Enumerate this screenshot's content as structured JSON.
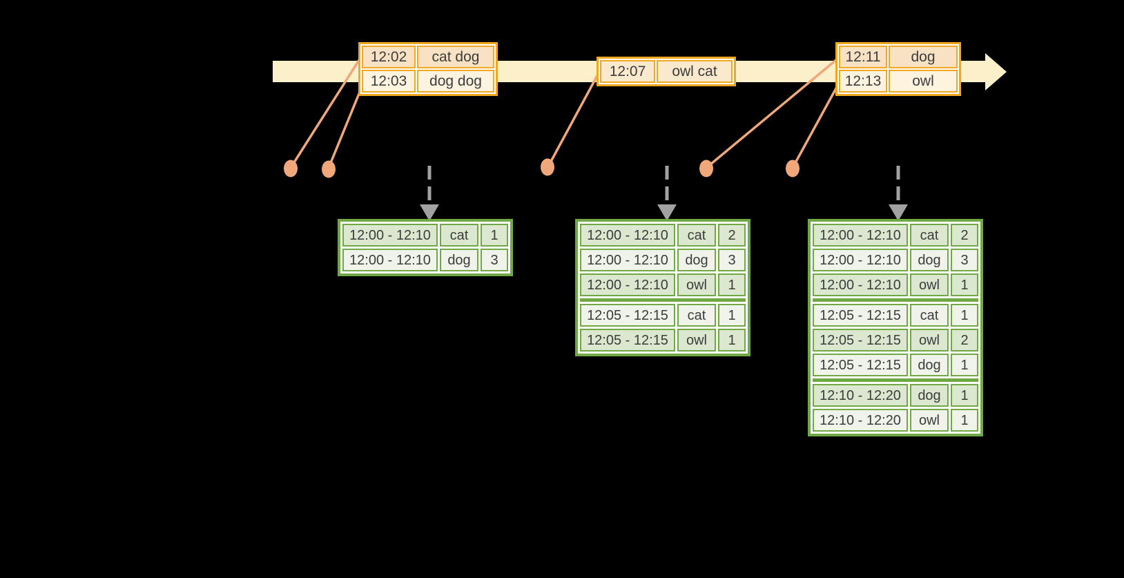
{
  "colors": {
    "background": "#000000",
    "gold": "#F0A81E",
    "band": "#FBF0C9",
    "salmon": "#F0A87A",
    "green": "#70A845",
    "sage": "#DCE7D0",
    "sagelight": "#EFF3EA",
    "peachdark": "#F8E2C3",
    "peachlight": "#FDF3DF",
    "peachmid": "#FBE9CD",
    "gray": "#A2A2A2",
    "ink": "#3C3C3C"
  },
  "event_tables": [
    {
      "rows": [
        {
          "time": "12:02",
          "words": "cat dog"
        },
        {
          "time": "12:03",
          "words": "dog dog"
        }
      ]
    },
    {
      "rows": [
        {
          "time": "12:07",
          "words": "owl cat"
        }
      ]
    },
    {
      "rows": [
        {
          "time": "12:11",
          "words": "dog"
        },
        {
          "time": "12:13",
          "words": "owl"
        }
      ]
    }
  ],
  "result_tables": [
    {
      "rows": [
        {
          "window": "12:00 - 12:10",
          "word": "cat",
          "count": "1"
        },
        {
          "window": "12:00 - 12:10",
          "word": "dog",
          "count": "3"
        }
      ]
    },
    {
      "rows": [
        {
          "window": "12:00 - 12:10",
          "word": "cat",
          "count": "2"
        },
        {
          "window": "12:00 - 12:10",
          "word": "dog",
          "count": "3"
        },
        {
          "window": "12:00 - 12:10",
          "word": "owl",
          "count": "1"
        },
        {
          "window": "12:05 - 12:15",
          "word": "cat",
          "count": "1"
        },
        {
          "window": "12:05 - 12:15",
          "word": "owl",
          "count": "1"
        }
      ]
    },
    {
      "rows": [
        {
          "window": "12:00 - 12:10",
          "word": "cat",
          "count": "2"
        },
        {
          "window": "12:00 - 12:10",
          "word": "dog",
          "count": "3"
        },
        {
          "window": "12:00 - 12:10",
          "word": "owl",
          "count": "1"
        },
        {
          "window": "12:05 - 12:15",
          "word": "cat",
          "count": "1"
        },
        {
          "window": "12:05 - 12:15",
          "word": "owl",
          "count": "2"
        },
        {
          "window": "12:05 - 12:15",
          "word": "dog",
          "count": "1"
        },
        {
          "window": "12:10 - 12:20",
          "word": "dog",
          "count": "1"
        },
        {
          "window": "12:10 - 12:20",
          "word": "owl",
          "count": "1"
        }
      ]
    }
  ]
}
